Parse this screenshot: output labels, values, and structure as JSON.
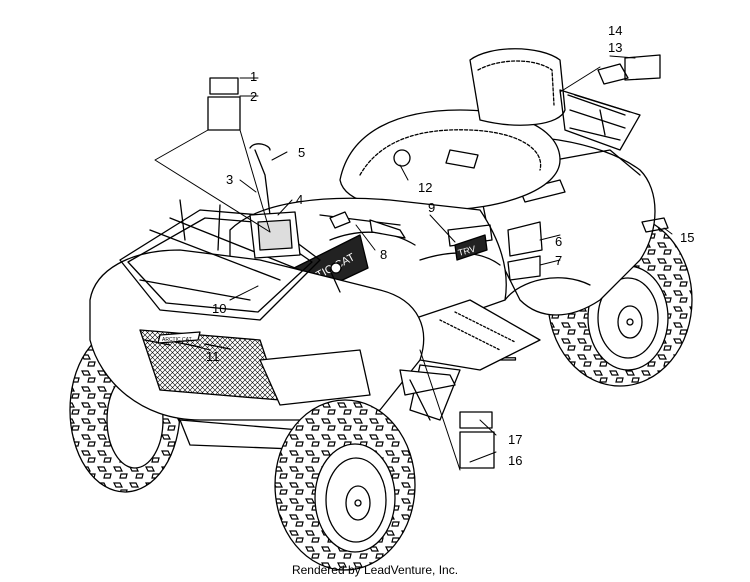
{
  "callouts": {
    "c1": "1",
    "c2": "2",
    "c3": "3",
    "c4": "4",
    "c5": "5",
    "c6": "6",
    "c7": "7",
    "c8": "8",
    "c9": "9",
    "c10": "10",
    "c11": "11",
    "c12": "12",
    "c13": "13",
    "c14": "14",
    "c15": "15",
    "c16": "16",
    "c17": "17"
  },
  "decals": {
    "hood_logo": "ARCTIC CAT",
    "side_badge": "TRV",
    "grille_badge": "ARCTIC CAT"
  },
  "footer": {
    "text": "Rendered by LeadVenture, Inc."
  },
  "colors": {
    "line": "#000000",
    "background": "#ffffff"
  }
}
